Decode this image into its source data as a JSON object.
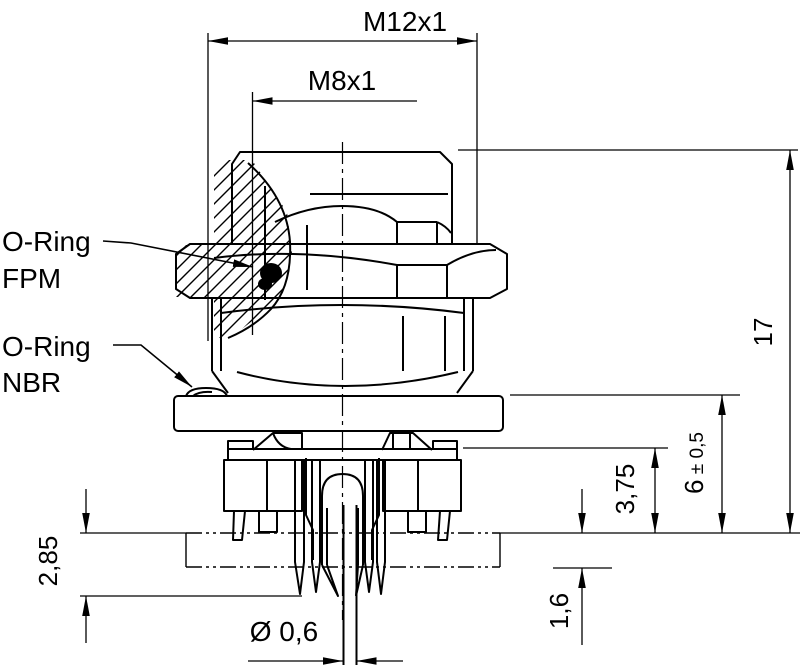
{
  "colors": {
    "line": "#000000",
    "background": "#ffffff",
    "oring_fill": "#000000"
  },
  "dimensions": {
    "thread_major": "M12x1",
    "thread_minor": "M8x1",
    "overall_height": "17",
    "flange_to_board": "6",
    "flange_to_board_tolerance": " ± 0,5",
    "carrier_to_board": "3,75",
    "pin_protrusion": "2,85",
    "board_thickness": "1,6",
    "pin_diameter": "Ø 0,6"
  },
  "labels": {
    "oring_fpm_line1": "O-Ring",
    "oring_fpm_line2": "FPM",
    "oring_nbr_line1": "O-Ring",
    "oring_nbr_line2": "NBR"
  }
}
